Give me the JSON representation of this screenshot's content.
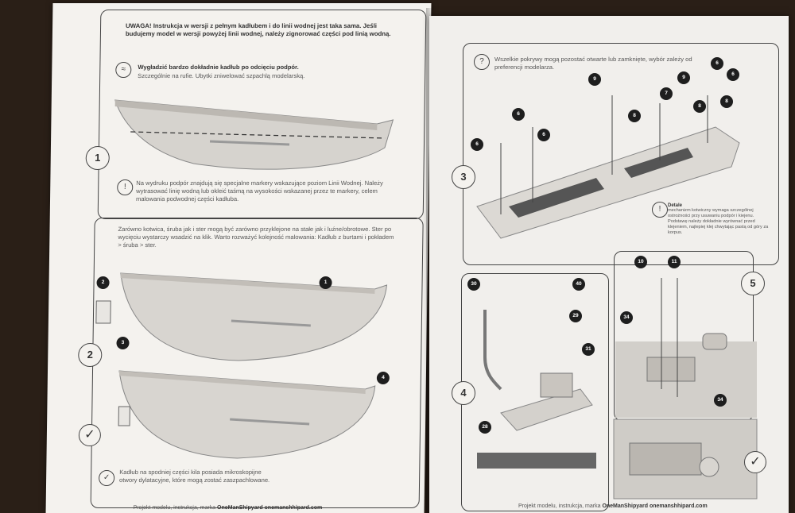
{
  "left": {
    "section1": {
      "step": "1",
      "warning": "UWAGA! Instrukcja w wersji z pełnym kadłubem i do linii wodnej jest taka sama. Jeśli budujemy model w wersji powyżej linii wodnej, należy zignorować części pod linią wodną.",
      "hint_title": "Wygładzić bardzo dokładnie kadłub po odcięciu podpór.",
      "hint_body": "Szczególnie na rufie. Ubytki zniwelować szpachlą modelarską.",
      "note": "Na wydruku podpór znajdują się specjalne markery wskazujące poziom Linii Wodnej. Należy wytrasować linię wodną lub okleić taśmą na wysokości wskazanej przez te markery, celem malowania podwodnej części kadłuba."
    },
    "section2": {
      "step": "2",
      "note": "Zarówno kotwica, śruba jak i ster mogą być zarówno przyklejone na stałe jak i luźne/obrotowe. Ster po wycięciu wystarczy wsadzić na klik. Warto rozważyć kolejność malowania: Kadłub z burtami i pokładem > śruba > ster.",
      "tags": [
        "1",
        "2",
        "3",
        "4"
      ],
      "bottom_note": "Kadłub na spodniej części kila posiada mikroskopijne otwory dylatacyjne, które mogą zostać zaszpachlowane."
    },
    "footer_prefix": "Projekt modelu, instrukcja, marka ",
    "footer_brand": "OneManShipyard onemanshhipard.com"
  },
  "right": {
    "section3": {
      "step": "3",
      "note": "Wszelkie pokrywy mogą pozostać otwarte lub zamknięte, wybór zależy od preferencji modelarza.",
      "tags": [
        "6",
        "6",
        "6",
        "7",
        "8",
        "9",
        "9",
        "6",
        "6",
        "8",
        "8"
      ],
      "side_note_a": "Detale",
      "side_note_b": "mechanizm kotwiczny wymaga szczególnej ostrożności przy usuwaniu podpór i kiejenu. Podstawę należy dokładnie wyrównać przed klejeniem, najlepiej klej chwytając pastą od góry za korpus."
    },
    "section4": {
      "step": "4",
      "tags": [
        "30",
        "40",
        "29",
        "31",
        "28"
      ]
    },
    "section5": {
      "step": "5",
      "tags": [
        "10",
        "11",
        "34",
        "34"
      ]
    },
    "footer_prefix": "Projekt modelu, instrukcja, marka ",
    "footer_brand": "OneManShipyard onemanshhipard.com"
  }
}
